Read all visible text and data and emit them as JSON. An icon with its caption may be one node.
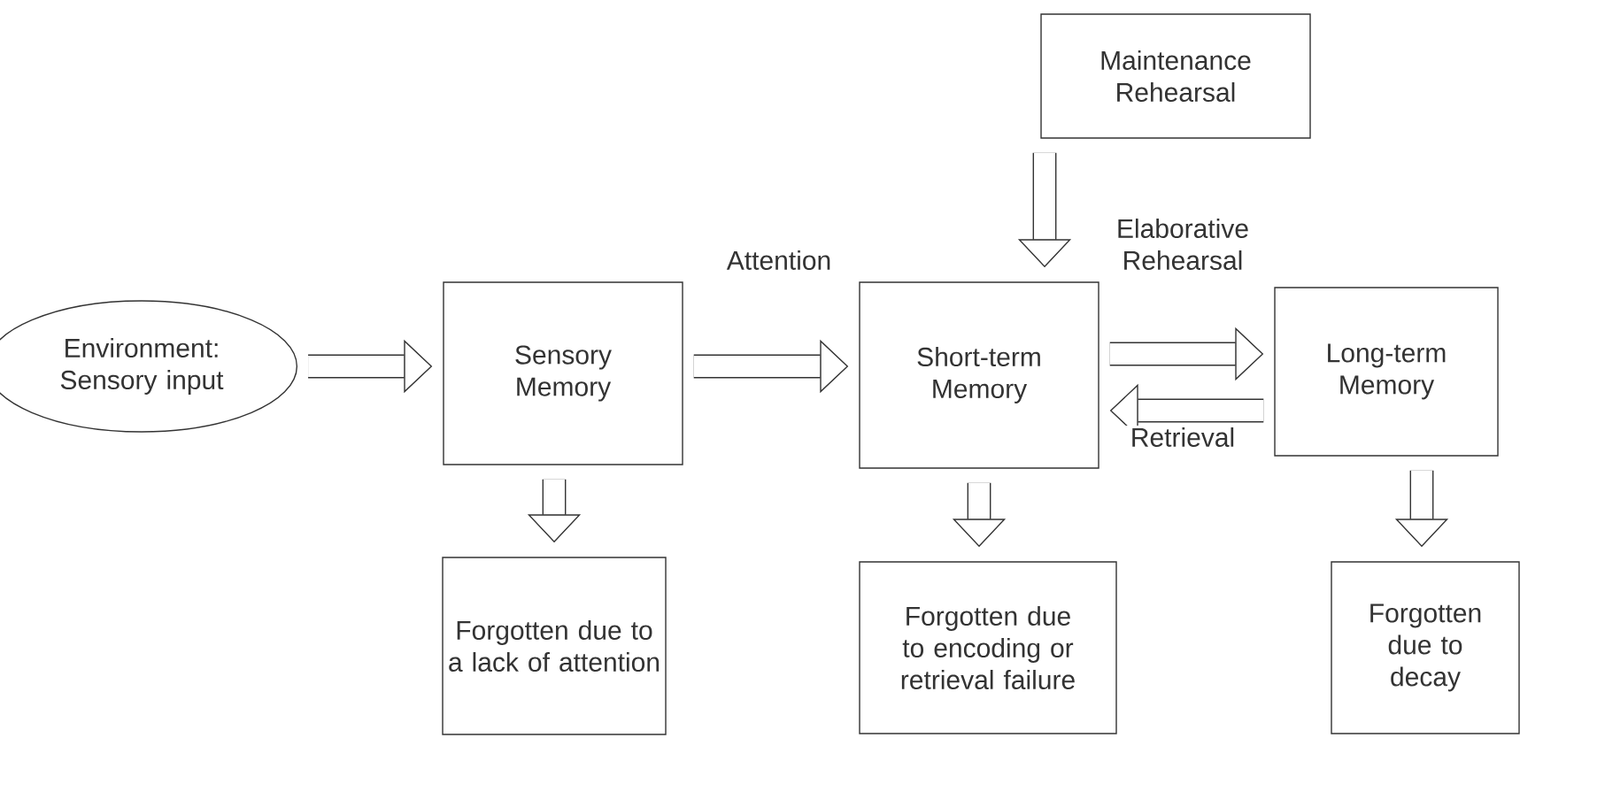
{
  "diagram": {
    "nodes": [
      {
        "text": [
          "Maintenance Rehearsal"
        ]
      },
      {
        "text": [
          "Environment: Sensory input"
        ]
      },
      {
        "text": [
          "Sensory Memory"
        ]
      },
      {
        "text": [
          "Short-term Memory"
        ]
      },
      {
        "text": [
          "Long-term Memory"
        ]
      },
      {
        "text": [
          "Forgotten due to a lack of attention"
        ]
      },
      {
        "text": [
          "Forgotten due to encoding or retrieval failure"
        ]
      },
      {
        "text": [
          "Forgotten due to decay"
        ]
      }
    ],
    "edges": [
      {
        "from": 1,
        "to": 2,
        "arrow": "to"
      },
      {
        "from": 2,
        "to": 3,
        "arrow": "to",
        "label": "Attention"
      },
      {
        "from": 0,
        "to": 3,
        "arrow": "to"
      },
      {
        "from": 3,
        "to": 4,
        "arrow": "to",
        "label": "Elaborative Rehearsal"
      },
      {
        "from": 4,
        "to": 3,
        "arrow": "to",
        "label": "Retrieval"
      },
      {
        "from": 2,
        "to": 5,
        "arrow": "to"
      },
      {
        "from": 3,
        "to": 6,
        "arrow": "to"
      },
      {
        "from": 4,
        "to": 7,
        "arrow": "to"
      }
    ]
  }
}
